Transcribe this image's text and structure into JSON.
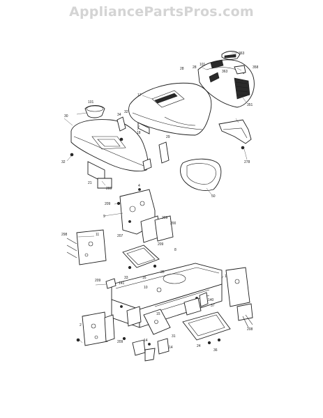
{
  "watermark": {
    "text": "AppliancePartsPros.com"
  },
  "labels": {
    "l101": "101",
    "l17": "17",
    "l18": "18",
    "l28": "28",
    "l101b": "101",
    "l363": "363",
    "l28b": "28",
    "l363b": "363",
    "l358": "358",
    "l351": "351",
    "l30": "30",
    "l34": "34",
    "l32": "32",
    "l29": "29",
    "l32b": "32",
    "l278": "278",
    "l21": "21",
    "l209": "209",
    "l50": "50",
    "l4": "4",
    "l209b": "209",
    "l9": "9",
    "l209c": "209",
    "l200": "200",
    "l207": "207",
    "l209d": "209",
    "l11": "11",
    "l298": "298",
    "l8": "8",
    "l33": "33",
    "l35": "35",
    "l16": "16",
    "l209e": "209",
    "l141": "141",
    "l1": "1",
    "l10": "10",
    "l140": "140",
    "l37": "37",
    "l2": "2",
    "l209f": "209",
    "l15": "15",
    "l14": "14",
    "l31": "31",
    "l24": "24",
    "l36": "36",
    "l208": "208",
    "l14b": "14"
  }
}
